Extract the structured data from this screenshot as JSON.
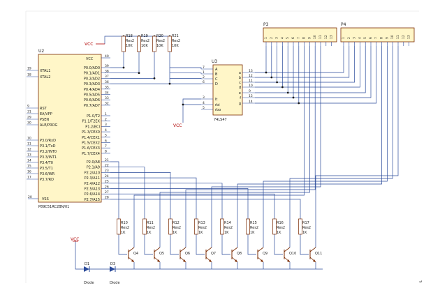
{
  "mcu": {
    "ref": "U2",
    "part": "P89C51RC2BN/01",
    "vcc_label": "VCC",
    "vcc_pin": "40",
    "vss_label": "VSS",
    "vss_pin": "20",
    "left_pins": [
      {
        "num": "19",
        "name": "XTAL1"
      },
      {
        "num": "18",
        "name": "XTAL2"
      },
      {
        "num": "9",
        "name": "RST"
      },
      {
        "num": "31",
        "name": "EA/VPP"
      },
      {
        "num": "29",
        "name": "PSEN"
      },
      {
        "num": "30",
        "name": "ALE/PROG"
      },
      {
        "num": "10",
        "name": "P3.0/RxD"
      },
      {
        "num": "11",
        "name": "P3.1/TxD"
      },
      {
        "num": "12",
        "name": "P3.2/INT0"
      },
      {
        "num": "13",
        "name": "P3.3/INT1"
      },
      {
        "num": "14",
        "name": "P3.4/T0"
      },
      {
        "num": "15",
        "name": "P3.5/T1"
      },
      {
        "num": "16",
        "name": "P3.6/WR"
      },
      {
        "num": "17",
        "name": "P3.7/RD"
      }
    ],
    "right_pins": [
      {
        "num": "39",
        "name": "P0.0/AD0"
      },
      {
        "num": "38",
        "name": "P0.1/AD1"
      },
      {
        "num": "37",
        "name": "P0.2/AD2"
      },
      {
        "num": "36",
        "name": "P0.3/AD3"
      },
      {
        "num": "35",
        "name": "P0.4/AD4"
      },
      {
        "num": "34",
        "name": "P0.5/AD5"
      },
      {
        "num": "33",
        "name": "P0.6/AD6"
      },
      {
        "num": "32",
        "name": "P0.7/AD7"
      },
      {
        "num": "1",
        "name": "P1.0/T2"
      },
      {
        "num": "2",
        "name": "P1.1/T2EX"
      },
      {
        "num": "3",
        "name": "P1.2/ECI"
      },
      {
        "num": "4",
        "name": "P1.3/CEX0"
      },
      {
        "num": "5",
        "name": "P1.4/CEX1"
      },
      {
        "num": "6",
        "name": "P1.5/CEX2"
      },
      {
        "num": "7",
        "name": "P1.6/CEX3"
      },
      {
        "num": "8",
        "name": "P1.7/CEX4"
      },
      {
        "num": "21",
        "name": "P2.0/A8"
      },
      {
        "num": "22",
        "name": "P2.1/A9"
      },
      {
        "num": "23",
        "name": "P2.2/A10"
      },
      {
        "num": "24",
        "name": "P2.3/A11"
      },
      {
        "num": "25",
        "name": "P2.4/A12"
      },
      {
        "num": "26",
        "name": "P2.5/A13"
      },
      {
        "num": "27",
        "name": "P2.6/A14"
      },
      {
        "num": "28",
        "name": "P2.7/A15"
      }
    ]
  },
  "vcc": {
    "top": "VCC",
    "mid": "VCC",
    "bottom": "VCC"
  },
  "pullups": [
    {
      "ref": "R18",
      "type": "Res2",
      "value": "10K"
    },
    {
      "ref": "R19",
      "type": "Res2",
      "value": "10K"
    },
    {
      "ref": "R20",
      "type": "Res2",
      "value": "10K"
    },
    {
      "ref": "R21",
      "type": "Res2",
      "value": "10K"
    }
  ],
  "decoder": {
    "ref": "U3",
    "part": "74LS47",
    "inputs": [
      {
        "num": "7",
        "name": "A"
      },
      {
        "num": "1",
        "name": "B"
      },
      {
        "num": "2",
        "name": "C"
      },
      {
        "num": "6",
        "name": "D"
      },
      {
        "num": "3",
        "name": "lt"
      },
      {
        "num": "4",
        "name": "rbi"
      },
      {
        "num": "5",
        "name": "rbo"
      }
    ],
    "outputs": [
      {
        "num": "13",
        "name": "a"
      },
      {
        "num": "12",
        "name": "b"
      },
      {
        "num": "11",
        "name": "c"
      },
      {
        "num": "10",
        "name": "d"
      },
      {
        "num": "9",
        "name": "e"
      },
      {
        "num": "15",
        "name": "f"
      },
      {
        "num": "14",
        "name": "g"
      }
    ]
  },
  "connectors": [
    {
      "ref": "P3",
      "pins": [
        "1",
        "2",
        "3",
        "4",
        "5",
        "6",
        "7",
        "8",
        "9",
        "10",
        "11",
        "12",
        "13"
      ]
    },
    {
      "ref": "P4",
      "pins": [
        "1",
        "2",
        "3",
        "4",
        "5",
        "6",
        "7",
        "8",
        "9",
        "10",
        "11",
        "12",
        "13"
      ]
    }
  ],
  "resistors": [
    {
      "ref": "R10",
      "type": "Res2",
      "value": "1K"
    },
    {
      "ref": "R11",
      "type": "Res2",
      "value": "1K"
    },
    {
      "ref": "R12",
      "type": "Res2",
      "value": "1K"
    },
    {
      "ref": "R13",
      "type": "Res2",
      "value": "1K"
    },
    {
      "ref": "R14",
      "type": "Res2",
      "value": "1K"
    },
    {
      "ref": "R15",
      "type": "Res2",
      "value": "1K"
    },
    {
      "ref": "R16",
      "type": "Res2",
      "value": "1K"
    },
    {
      "ref": "R17",
      "type": "Res2",
      "value": "1K"
    }
  ],
  "transistors": [
    "Q4",
    "Q5",
    "Q6",
    "Q7",
    "Q8",
    "Q9",
    "Q10",
    "Q11"
  ],
  "diodes": [
    {
      "ref": "D1",
      "type": "Diode"
    },
    {
      "ref": "D3",
      "type": "Diode"
    }
  ],
  "colors": {
    "wire": "#2a4a9a",
    "component": "#7a2a00",
    "power": "#b00000",
    "fill": "#fff6c8"
  },
  "misc": {
    "return_mark": "↵"
  }
}
